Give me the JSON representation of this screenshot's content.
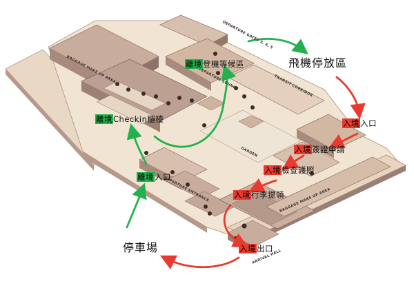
{
  "title_labels": {
    "airplane_parking": "飛機停放區",
    "parking_lot": "停車場"
  },
  "departure_labels": [
    {
      "id": "dep-gate-lounge",
      "tag": "離境",
      "rest": "登機等候區"
    },
    {
      "id": "dep-checkin",
      "tag": "離境",
      "rest": "Checkin櫃檯"
    },
    {
      "id": "dep-entrance",
      "tag": "離境",
      "rest": "入口"
    }
  ],
  "arrival_labels": [
    {
      "id": "arr-entrance",
      "tag": "入境",
      "rest": "入口"
    },
    {
      "id": "arr-visa",
      "tag": "入境",
      "rest": "簽證申請"
    },
    {
      "id": "arr-passport",
      "tag": "入境",
      "rest": "檢查護照"
    },
    {
      "id": "arr-baggage",
      "tag": "入境",
      "rest": "行李提領"
    },
    {
      "id": "arr-exit",
      "tag": "入境",
      "rest": "出口"
    }
  ],
  "map_text": {
    "departure_gates": "DEPARTURE GATES 3, 4, 5",
    "baggage_make_up_left": "BAGGAGE MAKE UP AREA",
    "departure_lounge": "DEPARTURE LOUNGE",
    "transit_corridor": "TRANSIT CORRIDOR",
    "garden": "GARDEN",
    "departure_entrance": "DEPARTURE ENTRANCE",
    "baggage_make_up_right": "BAGGAGE MAKE UP AREA",
    "arrival_hall": "ARRIVAL HALL"
  },
  "colors": {
    "departure_accent": "#22b14c",
    "arrival_accent": "#e83a2e",
    "building_light": "#efe2d0",
    "building_mid": "#d9c2ad",
    "building_dark": "#b59a8c",
    "wall_shadow": "#9a7f74"
  },
  "icon_names": [
    "restroom-icon",
    "info-icon",
    "shop-icon",
    "phone-icon",
    "cafe-icon"
  ]
}
